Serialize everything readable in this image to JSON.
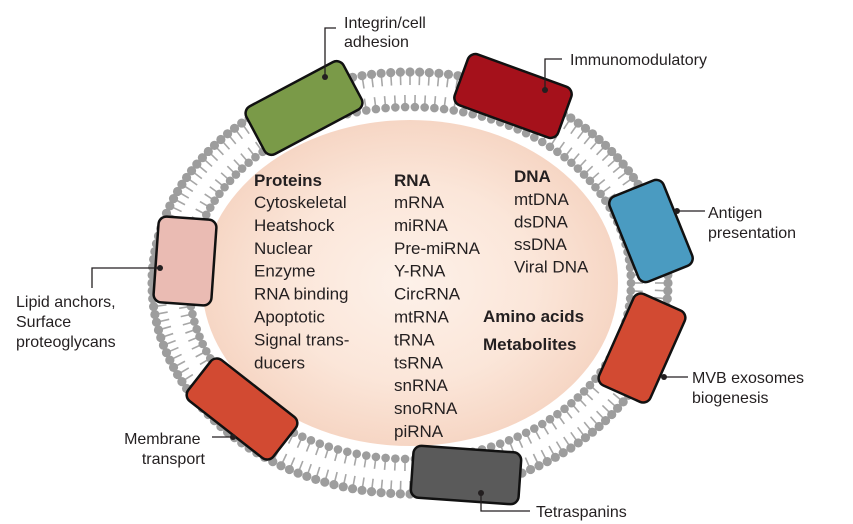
{
  "columns": {
    "proteins": {
      "heading": "Proteins",
      "items": [
        "Cytoskeletal",
        "Heatshock",
        "Nuclear",
        "Enzyme",
        "RNA binding",
        "Apoptotic",
        "Signal trans-",
        "ducers"
      ]
    },
    "rna": {
      "heading": "RNA",
      "items": [
        "mRNA",
        "miRNA",
        "Pre-miRNA",
        "Y-RNA",
        "CircRNA",
        "mtRNA",
        "tRNA",
        "tsRNA",
        "snRNA",
        "snoRNA",
        "piRNA"
      ]
    },
    "dna": {
      "heading": "DNA",
      "items": [
        "mtDNA",
        "dsDNA",
        "ssDNA",
        "Viral DNA"
      ]
    },
    "other": [
      "Amino acids",
      "Metabolites"
    ]
  },
  "proteins": [
    {
      "id": "integrin",
      "color": "#7a9a48",
      "label": [
        "Integrin/cell",
        "adhesion"
      ]
    },
    {
      "id": "immunomodulatory",
      "color": "#a5111b",
      "label": [
        "Immunomodulatory"
      ]
    },
    {
      "id": "antigen",
      "color": "#4a9bc1",
      "label": [
        "Antigen",
        "presentation"
      ]
    },
    {
      "id": "mvb",
      "color": "#d24a32",
      "label": [
        "MVB exosomes",
        "biogenesis"
      ]
    },
    {
      "id": "tetraspanins",
      "color": "#5a5a5a",
      "label": [
        "Tetraspanins"
      ]
    },
    {
      "id": "membrane",
      "color": "#d24a32",
      "label": [
        "Membrane",
        "transport"
      ]
    },
    {
      "id": "lipid",
      "color": "#eabbb3",
      "label": [
        "Lipid anchors,",
        "Surface",
        "proteoglycans"
      ]
    }
  ],
  "colors": {
    "lipid_head": "#9d9d9d",
    "lipid_tail": "#a7a7a7",
    "interior_center": "#fdf1e9",
    "interior_edge": "#f5d2bf",
    "protein_stroke": "#111111"
  }
}
